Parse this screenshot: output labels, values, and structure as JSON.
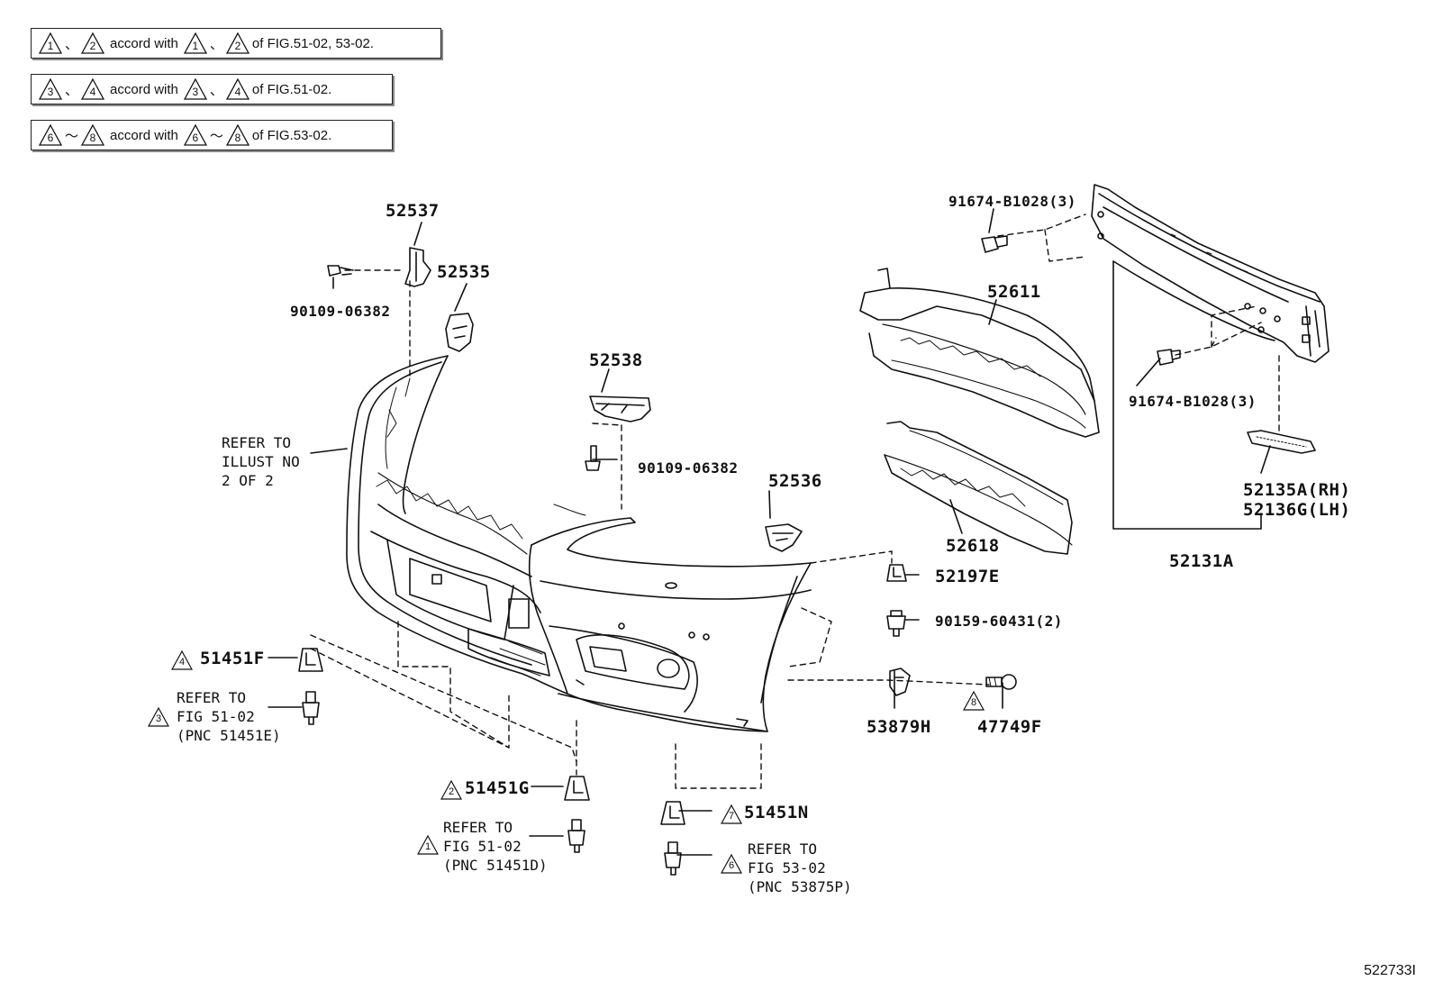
{
  "notes": [
    {
      "a": "1",
      "sep": "、",
      "b": "2",
      "text": "accord with",
      "c": "1",
      "sep2": "、",
      "d": "2",
      "ref": "of FIG.51-02, 53-02."
    },
    {
      "a": "3",
      "sep": "、",
      "b": "4",
      "text": "accord with",
      "c": "3",
      "sep2": "、",
      "d": "4",
      "ref": "of FIG.51-02."
    },
    {
      "a": "6",
      "sep": "～",
      "b": "8",
      "text": "accord with",
      "c": "6",
      "sep2": "～",
      "d": "8",
      "ref": "of FIG.53-02."
    }
  ],
  "labels": {
    "p52537": "52537",
    "p52535": "52535",
    "p90109a": "90109-06382",
    "p52538": "52538",
    "p90109b": "90109-06382",
    "p52536": "52536",
    "p91674a": "91674-B1028(3)",
    "p52611": "52611",
    "p91674b": "91674-B1028(3)",
    "p52135": "52135A(RH)",
    "p52136": "52136G(LH)",
    "p52618": "52618",
    "p52131": "52131A",
    "p52197": "52197E",
    "p90159": "90159-60431(2)",
    "p53879": "53879H",
    "p47749": "47749F",
    "p51451F": "51451F",
    "p51451G": "51451G",
    "p51451N": "51451N"
  },
  "refs": {
    "illust": "REFER TO\nILLUST NO\n2 OF 2",
    "r51451E": "REFER TO\nFIG 51-02\n(PNC 51451E)",
    "r51451D": "REFER TO\nFIG 51-02\n(PNC 51451D)",
    "r53875P": "REFER TO\nFIG 53-02\n(PNC 53875P)"
  },
  "markers": {
    "m4": "4",
    "m3": "3",
    "m2": "2",
    "m1": "1",
    "m7": "7",
    "m6": "6",
    "m8": "8"
  },
  "figure_id": "522733I"
}
